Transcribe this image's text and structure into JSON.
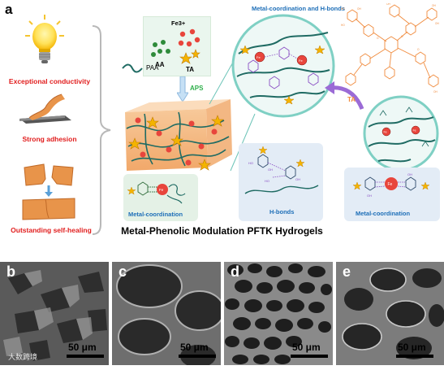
{
  "panel_a": {
    "letter": "a",
    "properties": [
      {
        "label": "Exceptional conductivity",
        "icon": "lightbulb-icon"
      },
      {
        "label": "Strong adhesion",
        "icon": "adhesion-tape-icon"
      },
      {
        "label": "Outstanding self-healing",
        "icon": "self-healing-block-icon"
      }
    ],
    "reagents": {
      "fe": "Fe3+",
      "aa": "AA",
      "ta": "TA",
      "paa": "PAA",
      "aps": "APS"
    },
    "zoom_title": "Metal-coordination and H-bonds",
    "ta_arrow": "TA",
    "interaction_boxes": [
      {
        "label": "Metal-coordination",
        "ion": "Fe3+"
      },
      {
        "label": "H-bonds"
      },
      {
        "label": "Metal-coordination",
        "ion": "Fe3+"
      }
    ],
    "caption": "Metal-Phenolic Modulation PFTK Hydrogels"
  },
  "sem_panels": [
    {
      "letter": "b",
      "scale": "50 μm"
    },
    {
      "letter": "c",
      "scale": "50 μm"
    },
    {
      "letter": "d",
      "scale": "50 μm"
    },
    {
      "letter": "e",
      "scale": "50 μm"
    }
  ],
  "watermark": "大数跨境",
  "colors": {
    "red": "#e11d1d",
    "blue": "#1e6fb8",
    "teal": "#2a9d8f",
    "orange": "#f08a3c",
    "purple": "#8a4fc4"
  }
}
